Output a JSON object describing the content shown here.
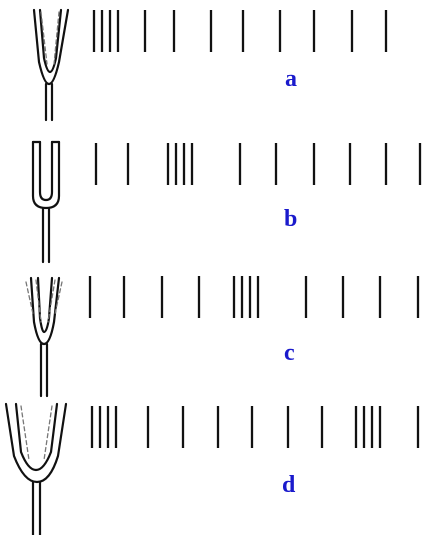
{
  "colors": {
    "ink": "#111111",
    "dashed": "#777777",
    "label": "#1a1acc"
  },
  "panels": [
    {
      "label": "a",
      "fork_state": "vibrating"
    },
    {
      "label": "b",
      "fork_state": "at-rest"
    },
    {
      "label": "c",
      "fork_state": "vibrating"
    },
    {
      "label": "d",
      "fork_state": "vibrating"
    }
  ]
}
